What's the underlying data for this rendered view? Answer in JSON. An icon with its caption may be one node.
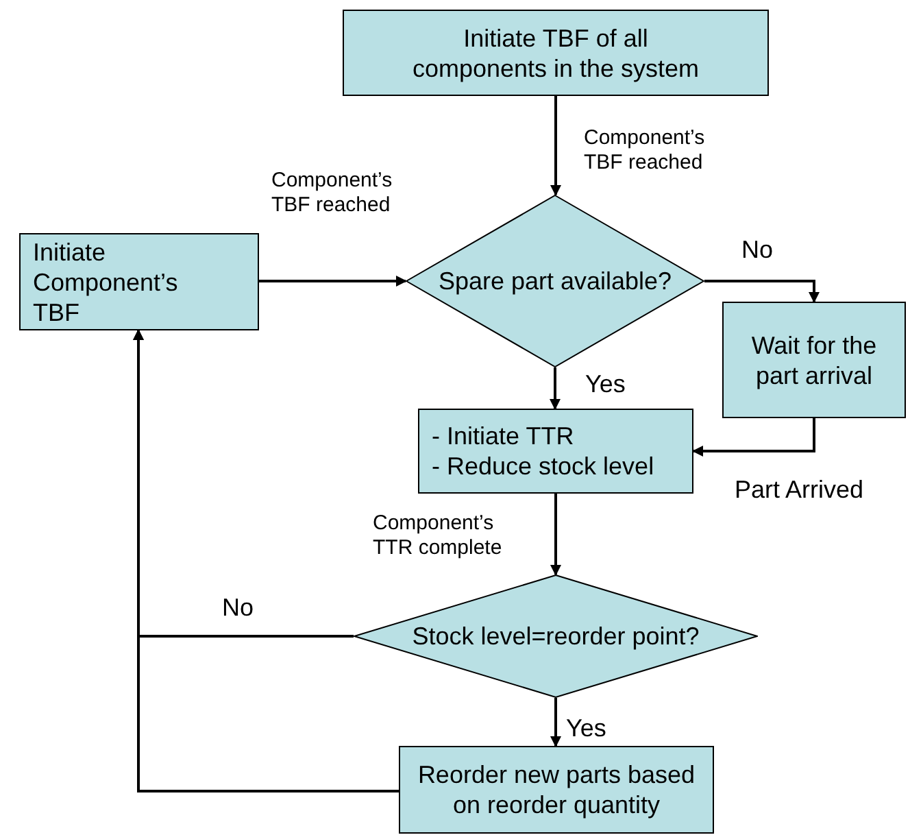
{
  "diagram": {
    "nodes": [
      {
        "text": [
          "Initiate TBF of all components in the system"
        ]
      },
      {
        "text": [
          "Initiate Component’s TBF"
        ]
      },
      {
        "text": [
          "Spare part available?"
        ]
      },
      {
        "text": [
          "Wait for the part arrival"
        ]
      },
      {
        "text": [
          "- Initiate TTR",
          "- Reduce stock level"
        ]
      },
      {
        "text": [
          "Stock level=reorder point?"
        ]
      },
      {
        "text": [
          "Reorder new parts based on reorder quantity"
        ]
      }
    ],
    "edges": [
      {
        "from": 0,
        "to": 2,
        "arrow": "to",
        "label": "Component’s TBF reached"
      },
      {
        "from": 1,
        "to": 2,
        "arrow": "to",
        "label": "Component’s TBF reached"
      },
      {
        "from": 2,
        "to": 3,
        "arrow": "to",
        "label": "No"
      },
      {
        "from": 2,
        "to": 4,
        "arrow": "to",
        "label": "Yes"
      },
      {
        "from": 3,
        "to": 4,
        "arrow": "to",
        "label": "Part Arrived"
      },
      {
        "from": 4,
        "to": 5,
        "arrow": "to",
        "label": "Component’s TTR complete"
      },
      {
        "from": 5,
        "to": 1,
        "arrow": "to",
        "label": "No"
      },
      {
        "from": 5,
        "to": 6,
        "arrow": "to",
        "label": "Yes"
      },
      {
        "from": 6,
        "to": 1,
        "arrow": "to"
      }
    ]
  }
}
